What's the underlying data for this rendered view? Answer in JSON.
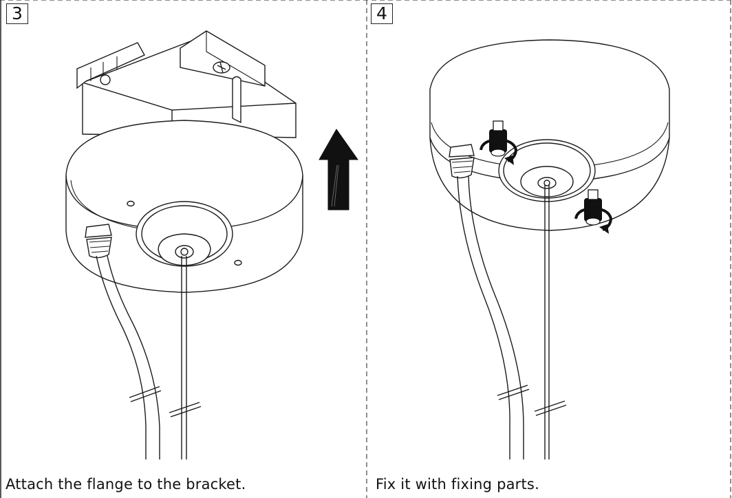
{
  "steps": [
    {
      "number": "3",
      "caption": "Attach the flange to the bracket.",
      "icons": [
        "bracket-icon",
        "flange-icon",
        "cable-gland-icon",
        "up-arrow-icon",
        "suspension-wire-icon"
      ]
    },
    {
      "number": "4",
      "caption": "Fix it with fixing parts.",
      "icons": [
        "flange-icon",
        "fixing-screw-icon",
        "rotate-arrow-icon",
        "cable-gland-icon",
        "suspension-wire-icon"
      ]
    }
  ]
}
